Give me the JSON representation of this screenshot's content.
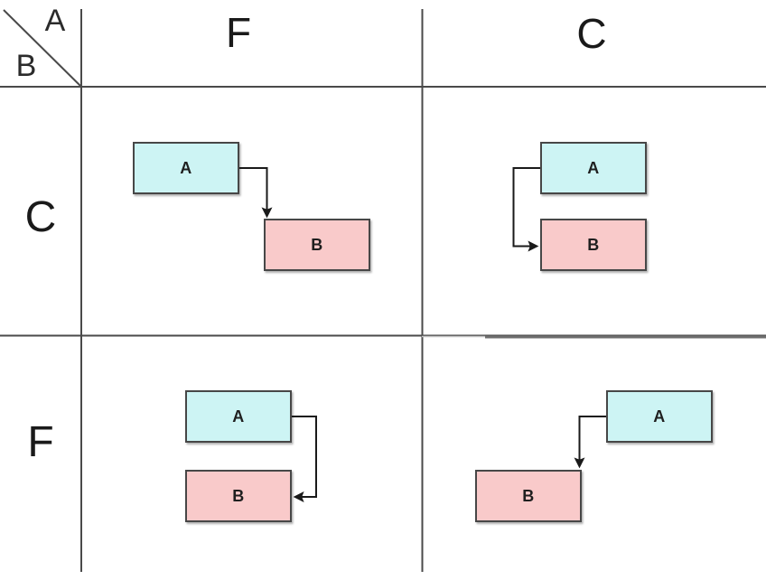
{
  "matrix": {
    "corner": {
      "col_axis_label": "A",
      "row_axis_label": "B"
    },
    "col_headers": [
      {
        "label": "F"
      },
      {
        "label": "C"
      }
    ],
    "row_headers": [
      {
        "label": "C"
      },
      {
        "label": "F"
      }
    ]
  },
  "cells": [
    {
      "row": "C",
      "col": "F",
      "box_a": "A",
      "box_b": "B",
      "arrow": "from A right side, elbow down into B top"
    },
    {
      "row": "C",
      "col": "C",
      "box_a": "A",
      "box_b": "B",
      "arrow": "from A left side, elbow down into B left side"
    },
    {
      "row": "F",
      "col": "F",
      "box_a": "A",
      "box_b": "B",
      "arrow": "from A right side, elbow down into B right side"
    },
    {
      "row": "F",
      "col": "C",
      "box_a": "A",
      "box_b": "B",
      "arrow": "from A left side, elbow down into B top"
    }
  ],
  "colors": {
    "box_a_fill": "#cdf4f4",
    "box_b_fill": "#f9caca",
    "box_border": "#474747",
    "grid_line": "#4a4a4a",
    "grid_line_thick_segment": "#6e6e6e",
    "arrow": "#1a1a1a",
    "background": "#ffffff"
  }
}
